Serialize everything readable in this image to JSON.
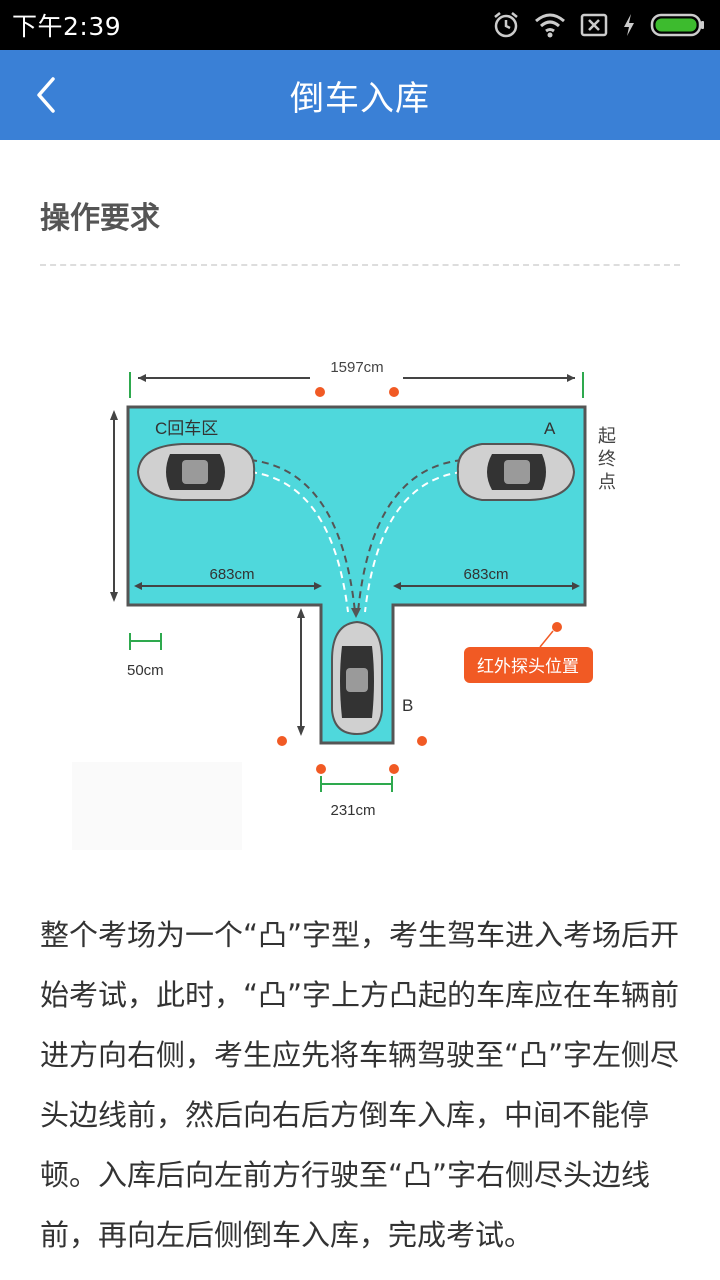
{
  "status_bar": {
    "time": "下午2:39",
    "icons": [
      "alarm-icon",
      "wifi-icon",
      "sim-x-icon",
      "charging-icon",
      "battery-icon"
    ],
    "battery_color": "#3dbb2e"
  },
  "app_bar": {
    "title": "倒车入库",
    "back_icon": "chevron-left-icon",
    "background": "#3a80d6"
  },
  "section": {
    "title": "操作要求"
  },
  "diagram": {
    "width_label": "1597cm",
    "left_label": "683cm",
    "right_label": "683cm",
    "scale_label": "50cm",
    "bottom_label": "231cm",
    "zone_c": "C回车区",
    "point_a": "A",
    "point_b": "B",
    "start_end_1": "起",
    "start_end_2": "终",
    "start_end_3": "点",
    "sensor_badge": "红外探头位置",
    "field_color": "#4fd8dc",
    "sensor_color": "#f15a24"
  },
  "description": "整个考场为一个“凸”字型，考生驾车进入考场后开始考试，此时，“凸”字上方凸起的车库应在车辆前进方向右侧，考生应先将车辆驾驶至“凸”字左侧尽头边线前，然后向右后方倒车入库，中间不能停顿。入库后向左前方行驶至“凸”字右侧尽头边线前，再向左后侧倒车入库，完成考试。"
}
